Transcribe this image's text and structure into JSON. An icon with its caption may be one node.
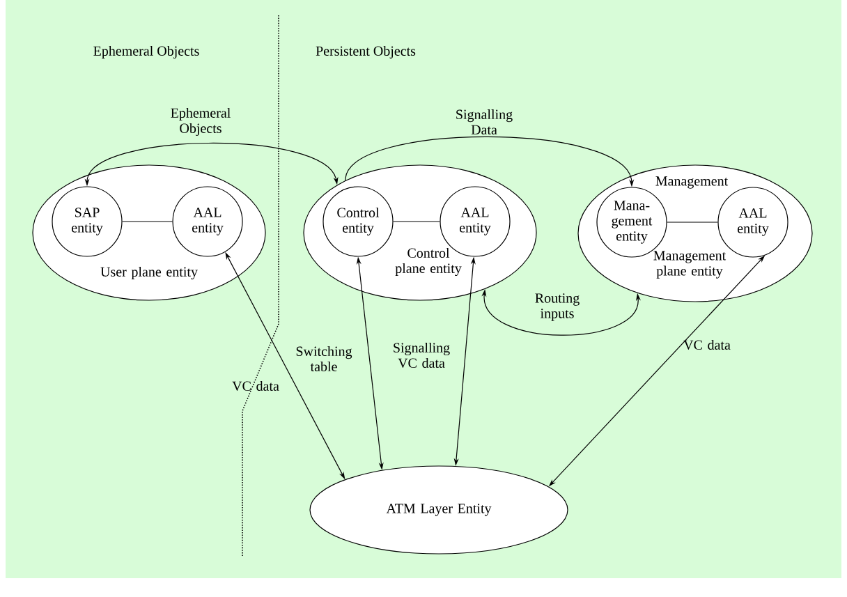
{
  "diagram": {
    "nodes": [
      {
        "text": [
          "User plane entity"
        ]
      },
      {
        "text": [
          "SAP entity"
        ],
        "in": 0
      },
      {
        "text": [
          "AAL entity"
        ],
        "in": 0
      },
      {
        "text": [
          "Control plane entity"
        ]
      },
      {
        "text": [
          "Control entity"
        ],
        "in": 3
      },
      {
        "text": [
          "AAL entity"
        ],
        "in": 3
      },
      {
        "text": [
          "Management",
          "Management plane entity"
        ]
      },
      {
        "text": [
          "Mana- gement entity"
        ],
        "in": 6
      },
      {
        "text": [
          "AAL entity"
        ],
        "in": 6
      },
      {
        "text": [
          "ATM Layer Entity"
        ]
      }
    ],
    "edges": [
      {
        "from": 1,
        "to": 2,
        "arrow": "none"
      },
      {
        "from": 4,
        "to": 5,
        "arrow": "none"
      },
      {
        "from": 7,
        "to": 8,
        "arrow": "none"
      },
      {
        "from": 1,
        "to": 3,
        "arrow": "both",
        "label": "Ephemeral Objects"
      },
      {
        "from": 3,
        "to": 7,
        "arrow": "to",
        "label": "Signalling Data"
      },
      {
        "from": 2,
        "to": 9,
        "arrow": "both",
        "label": "VC data"
      },
      {
        "from": 4,
        "to": 9,
        "arrow": "both",
        "label": "Switching table"
      },
      {
        "from": 5,
        "to": 9,
        "arrow": "both",
        "label": "Signalling VC data"
      },
      {
        "from": 3,
        "to": 6,
        "arrow": "both",
        "label": "Routing inputs"
      },
      {
        "from": 8,
        "to": 9,
        "arrow": "both",
        "label": "VC data"
      }
    ],
    "labels": [
      "Ephemeral Objects",
      "Persistent Objects"
    ]
  }
}
